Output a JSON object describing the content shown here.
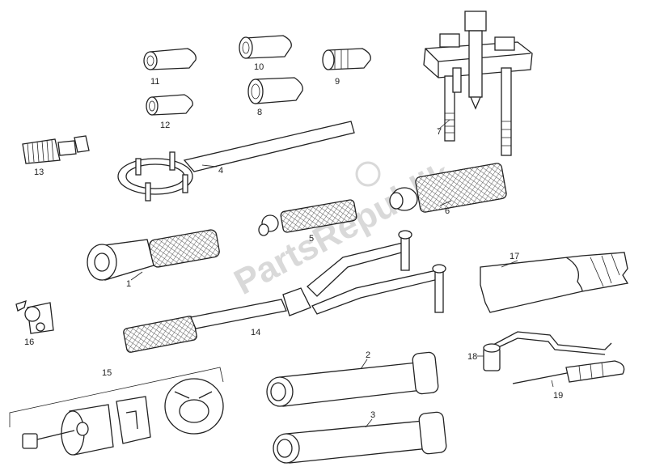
{
  "watermark": "PartsRepublik",
  "colors": {
    "line": "#222222",
    "watermark": "#d9d9d9",
    "knurl": "#555555"
  },
  "parts": [
    {
      "id": "1",
      "label": "1",
      "name": "sleeve-tool-with-knurled-handle"
    },
    {
      "id": "2",
      "label": "2",
      "name": "bushing-driver-tube"
    },
    {
      "id": "3",
      "label": "3",
      "name": "bushing-driver-tube"
    },
    {
      "id": "4",
      "label": "4",
      "name": "pin-spanner-wrench"
    },
    {
      "id": "5",
      "label": "5",
      "name": "knurled-punch"
    },
    {
      "id": "6",
      "label": "6",
      "name": "knurled-drift"
    },
    {
      "id": "7",
      "label": "7",
      "name": "three-leg-puller"
    },
    {
      "id": "8",
      "label": "8",
      "name": "tapered-sleeve"
    },
    {
      "id": "9",
      "label": "9",
      "name": "slotted-sleeve"
    },
    {
      "id": "10",
      "label": "10",
      "name": "tapered-sleeve"
    },
    {
      "id": "11",
      "label": "11",
      "name": "tapered-sleeve"
    },
    {
      "id": "12",
      "label": "12",
      "name": "tapered-sleeve"
    },
    {
      "id": "13",
      "label": "13",
      "name": "threaded-adapter"
    },
    {
      "id": "14",
      "label": "14",
      "name": "fork-holding-tool"
    },
    {
      "id": "15",
      "label": "15",
      "name": "bearing-extractor-set"
    },
    {
      "id": "16",
      "label": "16",
      "name": "small-gear-tool"
    },
    {
      "id": "17",
      "label": "17",
      "name": "tool-pouch"
    },
    {
      "id": "18",
      "label": "18",
      "name": "socket-wrench"
    },
    {
      "id": "19",
      "label": "19",
      "name": "screwdriver"
    }
  ]
}
